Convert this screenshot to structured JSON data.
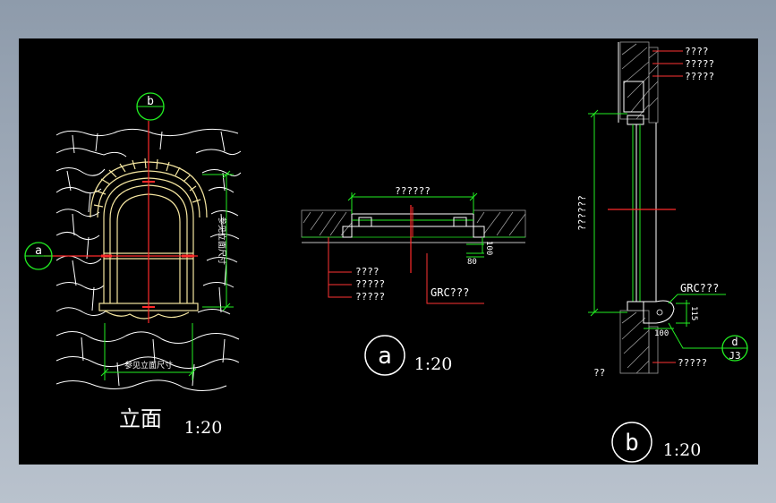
{
  "colors": {
    "background": "#000000",
    "stone": "#ffffff",
    "frame": "#f5e6a0",
    "axis": "#ff2a2a",
    "dim": "#22ee22",
    "leader": "#ff3333",
    "hatch": "#9a9a9a",
    "label": "#ffffff"
  },
  "elevation": {
    "grid_top": "b",
    "grid_left": "a",
    "dim_height_text": "参见立面尺寸",
    "dim_width_text": "参见立面尺寸",
    "title": "立面",
    "scale": "1:20"
  },
  "section_a": {
    "width_text": "??????",
    "notes": [
      "????",
      "?????",
      "?????"
    ],
    "grc_label": "GRC???",
    "dim_80": "80",
    "dim_100": "100",
    "callout": "a",
    "scale": "1:20"
  },
  "section_b": {
    "notes_top": [
      "????",
      "?????",
      "?????"
    ],
    "height_text": "??????",
    "grc_label": "GRC???",
    "dim_115": "115",
    "dim_100": "100",
    "notes_bottom": "?????",
    "bottom_left": "??",
    "detail_callout_top": "d",
    "detail_callout_bottom": "J3",
    "callout": "b",
    "scale": "1:20"
  }
}
